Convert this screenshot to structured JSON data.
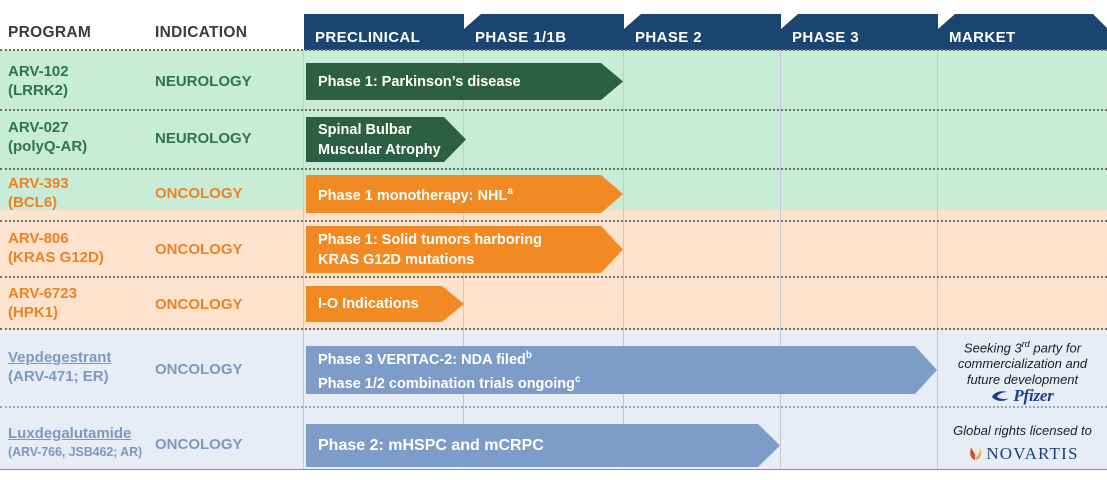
{
  "header": {
    "program_label": "PROGRAM",
    "indication_label": "INDICATION",
    "phases": [
      {
        "name": "PRECLINICAL"
      },
      {
        "name": "PHASE 1/1B"
      },
      {
        "name": "PHASE 2"
      },
      {
        "name": "PHASE 3"
      },
      {
        "name": "MARKET"
      }
    ],
    "bg_color": "#1b4571",
    "text_color": "#ffffff"
  },
  "colors": {
    "band_neurology": "#c9ecd7",
    "band_oncology": "#fde2cd",
    "band_partnered": "#e8edf5",
    "bar_green": "#2d5f45",
    "bar_orange": "#f18a22",
    "bar_blue": "#7e9cc8",
    "text_green": "#2f7350",
    "text_orange": "#ef8124",
    "text_blue": "#7d97c4"
  },
  "rows": [
    {
      "program": "ARV-102",
      "program_sub": "(LRRK2)",
      "indication": "NEUROLOGY",
      "bar_lines": [
        "Phase 1: Parkinson’s disease"
      ],
      "bar_color": "green",
      "market_note": null
    },
    {
      "program": "ARV-027",
      "program_sub": "(polyQ-AR)",
      "indication": "NEUROLOGY",
      "bar_lines": [
        "Spinal Bulbar",
        "Muscular Atrophy"
      ],
      "bar_color": "green",
      "market_note": null
    },
    {
      "program": "ARV-393",
      "program_sub": "(BCL6)",
      "indication": "ONCOLOGY",
      "bar_lines": [
        "Phase 1 monotherapy: NHL"
      ],
      "bar_sups": [
        "a"
      ],
      "bar_color": "orange",
      "market_note": null
    },
    {
      "program": "ARV-806",
      "program_sub": "(KRAS G12D)",
      "indication": "ONCOLOGY",
      "bar_lines": [
        "Phase 1: Solid tumors harboring",
        "KRAS G12D mutations"
      ],
      "bar_color": "orange",
      "market_note": null
    },
    {
      "program": "ARV-6723",
      "program_sub": "(HPK1)",
      "indication": "ONCOLOGY",
      "bar_lines": [
        "I-O Indications"
      ],
      "bar_color": "orange",
      "market_note": null
    },
    {
      "program": "Vepdegestrant",
      "program_sub": "(ARV-471; ER)",
      "indication": "ONCOLOGY",
      "bar_lines": [
        "Phase 3 VERITAC-2: NDA filed",
        "Phase 1/2 combination trials ongoing"
      ],
      "bar_sups": [
        "b",
        "c"
      ],
      "bar_color": "blue",
      "market_note": {
        "line1": "Seeking 3",
        "sup": "rd",
        "line1b": " party for",
        "line2": "commercialization and",
        "line3": "future development",
        "logo": "pfizer-logo",
        "logo_text": "Pfizer"
      }
    },
    {
      "program": "Luxdegalutamide",
      "program_sub": "(ARV-766, JSB462; AR)",
      "indication": "ONCOLOGY",
      "bar_lines": [
        "Phase 2: mHSPC and mCRPC"
      ],
      "bar_color": "blue",
      "market_note": {
        "line1": "Global rights licensed to",
        "logo": "novartis-logo",
        "logo_text": "NOVARTIS"
      }
    }
  ]
}
